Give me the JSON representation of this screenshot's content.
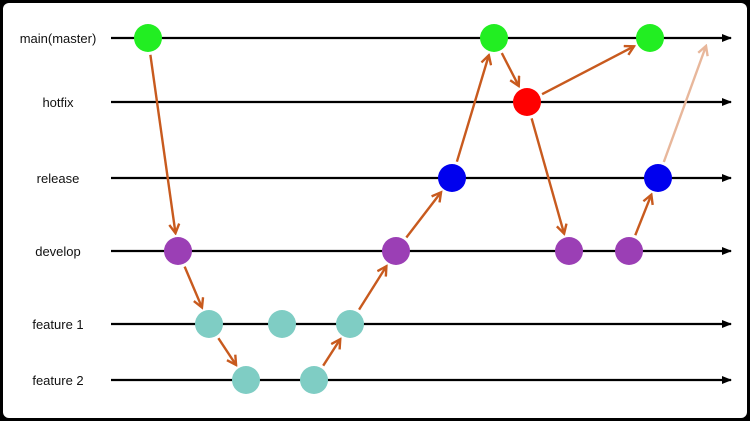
{
  "colors": {
    "background": "#000000",
    "panel": "#ffffff",
    "branch_line": "#000000",
    "transition_arrow": "#c85a1e",
    "pending_arrow": "#e8b79b",
    "main_commit": "#22ee22",
    "hotfix_commit": "#ff0000",
    "release_commit": "#0000ee",
    "develop_commit": "#9b3fb5",
    "feature_commit": "#7fcdc4"
  },
  "branches": [
    {
      "id": "main",
      "label": "main(master)"
    },
    {
      "id": "hotfix",
      "label": "hotfix"
    },
    {
      "id": "release",
      "label": "release"
    },
    {
      "id": "develop",
      "label": "develop"
    },
    {
      "id": "feature1",
      "label": "feature 1"
    },
    {
      "id": "feature2",
      "label": "feature 2"
    }
  ],
  "commits": [
    {
      "id": "m1",
      "branch": "main",
      "kind": "main"
    },
    {
      "id": "m2",
      "branch": "main",
      "kind": "main"
    },
    {
      "id": "m3",
      "branch": "main",
      "kind": "main"
    },
    {
      "id": "h1",
      "branch": "hotfix",
      "kind": "hotfix"
    },
    {
      "id": "r1",
      "branch": "release",
      "kind": "release"
    },
    {
      "id": "r2",
      "branch": "release",
      "kind": "release"
    },
    {
      "id": "d1",
      "branch": "develop",
      "kind": "develop"
    },
    {
      "id": "d2",
      "branch": "develop",
      "kind": "develop"
    },
    {
      "id": "d3",
      "branch": "develop",
      "kind": "develop"
    },
    {
      "id": "d4",
      "branch": "develop",
      "kind": "develop"
    },
    {
      "id": "f1a",
      "branch": "feature1",
      "kind": "feature"
    },
    {
      "id": "f1b",
      "branch": "feature1",
      "kind": "feature"
    },
    {
      "id": "f1c",
      "branch": "feature1",
      "kind": "feature"
    },
    {
      "id": "f2a",
      "branch": "feature2",
      "kind": "feature"
    },
    {
      "id": "f2b",
      "branch": "feature2",
      "kind": "feature"
    }
  ],
  "flows": [
    {
      "from": "m1",
      "to": "d1",
      "style": "solid"
    },
    {
      "from": "d1",
      "to": "f1a",
      "style": "solid"
    },
    {
      "from": "f1a",
      "to": "f2a",
      "style": "solid"
    },
    {
      "from": "f2b",
      "to": "f1c",
      "style": "solid"
    },
    {
      "from": "f1c",
      "to": "d2",
      "style": "solid"
    },
    {
      "from": "d2",
      "to": "r1",
      "style": "solid"
    },
    {
      "from": "r1",
      "to": "m2",
      "style": "solid"
    },
    {
      "from": "m2",
      "to": "h1",
      "style": "solid"
    },
    {
      "from": "h1",
      "to": "m3",
      "style": "solid"
    },
    {
      "from": "h1",
      "to": "d3",
      "style": "solid"
    },
    {
      "from": "d4",
      "to": "r2",
      "style": "solid"
    },
    {
      "from": "r2",
      "to": "main_end",
      "style": "faded"
    }
  ]
}
